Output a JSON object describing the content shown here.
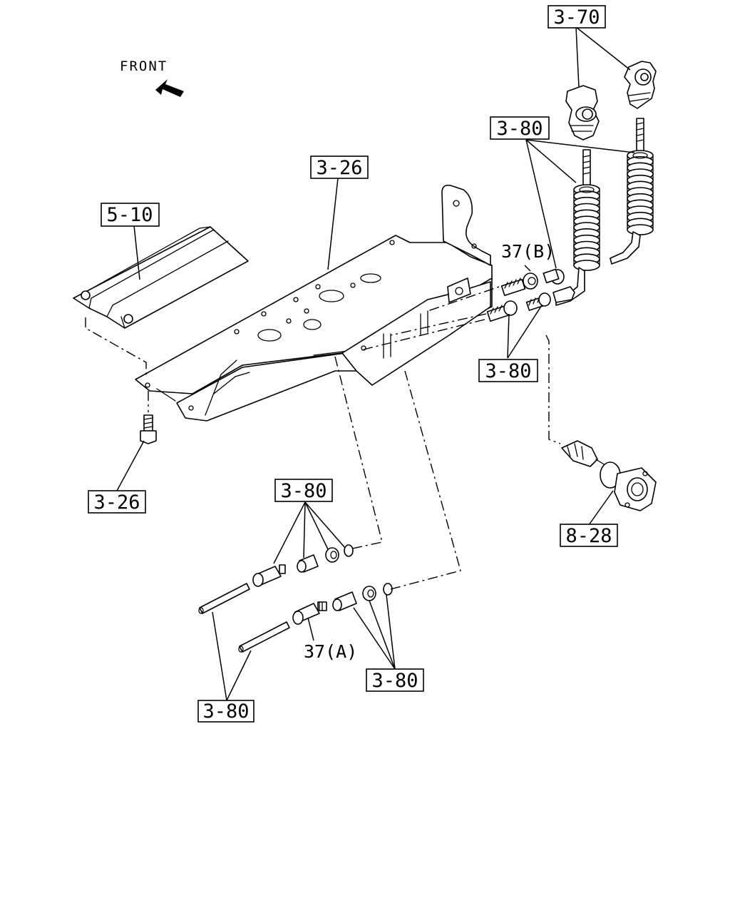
{
  "orientation": {
    "front_label": "FRONT",
    "arrow_icon": "front-arrow-icon"
  },
  "callouts": {
    "ref_3_70": "3-70",
    "ref_3_80_top": "3-80",
    "ref_3_26_top": "3-26",
    "ref_5_10": "5-10",
    "ref_3_80_mid": "3-80",
    "ref_3_26_bolt": "3-26",
    "ref_3_80_lower_a": "3-80",
    "ref_8_28": "8-28",
    "ref_3_80_lower_b": "3-80",
    "ref_3_80_bottom": "3-80"
  },
  "part_labels": {
    "part_37b": "37(B)",
    "part_37a": "37(A)"
  }
}
